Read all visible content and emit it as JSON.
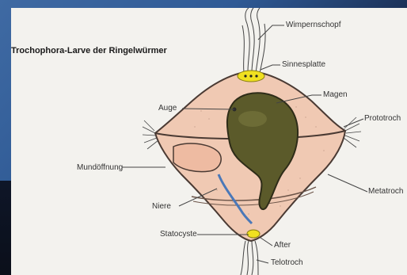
{
  "diagram": {
    "title": "Trochophora-Larve der Ringelwürmer",
    "labels": {
      "wimpernschopf": "Wimpernschopf",
      "sinnesplatte": "Sinnesplatte",
      "magen": "Magen",
      "auge": "Auge",
      "prototroch": "Prototroch",
      "mundoeffnung": "Mundöffnung",
      "metatroch": "Metatroch",
      "niere": "Niere",
      "statocyste": "Statocyste",
      "after": "After",
      "telotroch": "Telotroch"
    }
  },
  "colors": {
    "background_top": "#3f6aa3",
    "background_bottom": "#0b1426",
    "card": "#f3f2ee",
    "body_fill": "#f0c9b3",
    "body_outline": "#4a3a33",
    "stomach": "#5b5a2a",
    "sense_plate": "#f0e020",
    "kidney": "#4a78b8"
  }
}
